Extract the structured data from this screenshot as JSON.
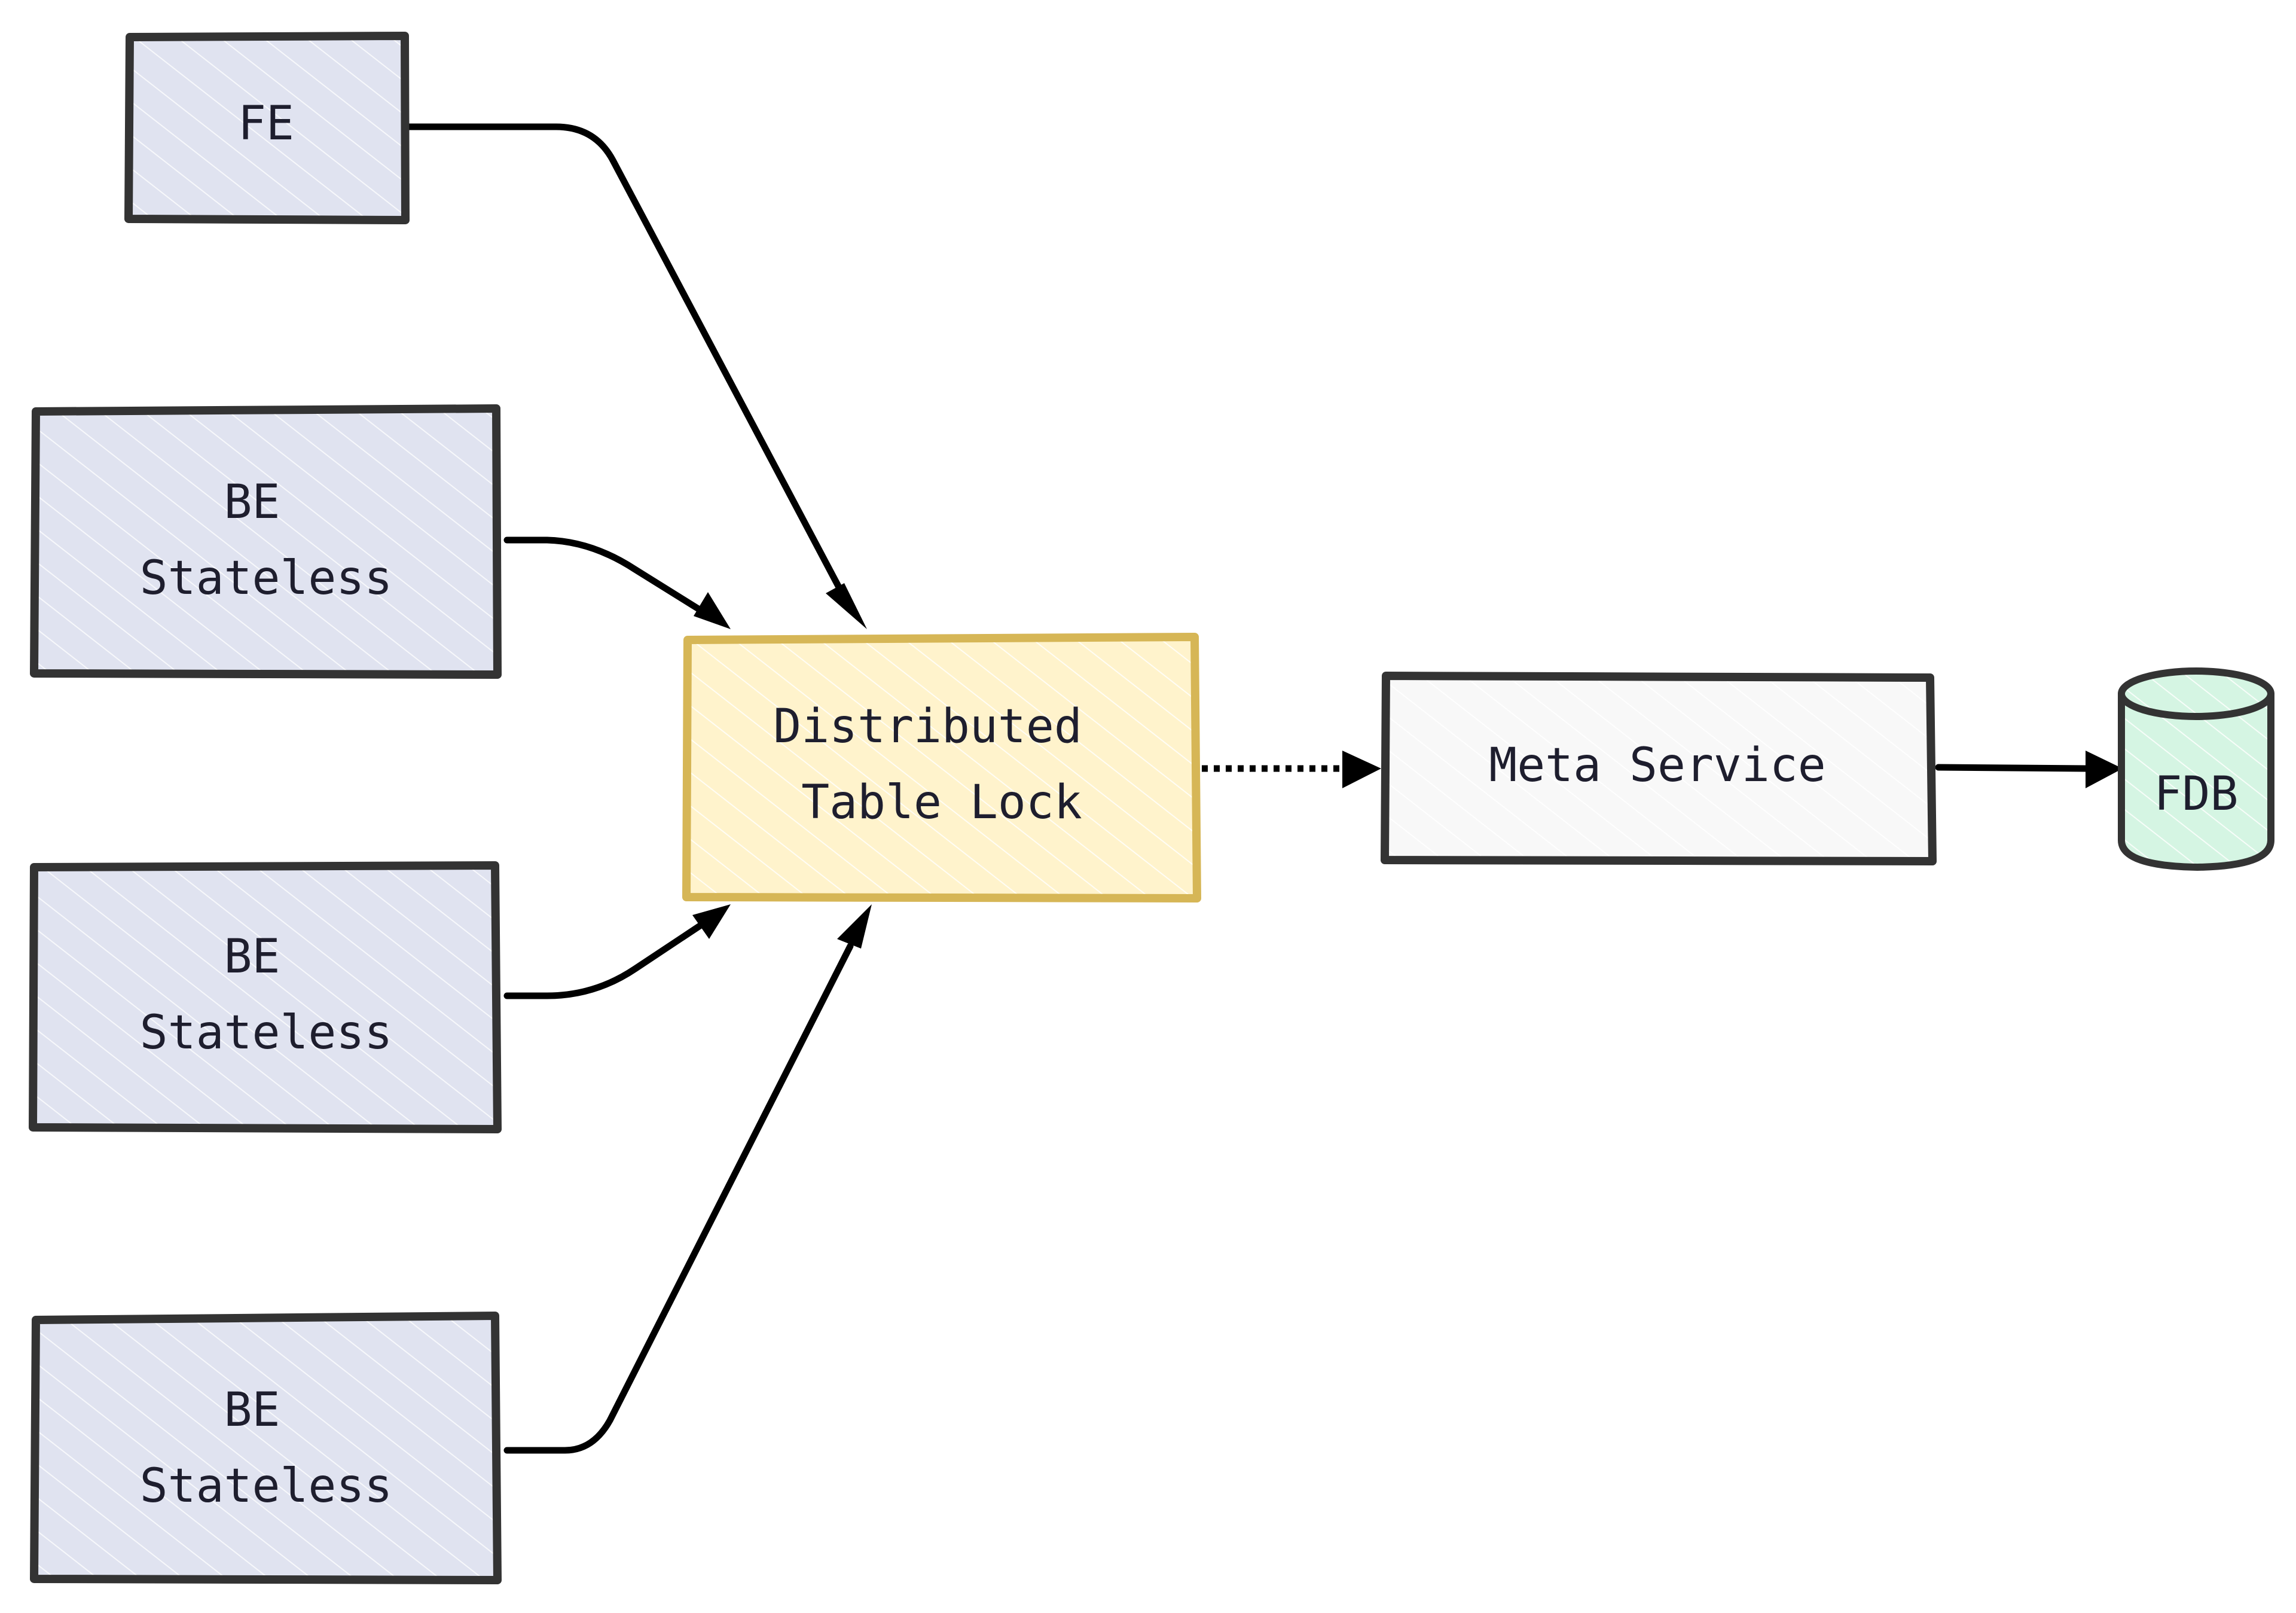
{
  "nodes": {
    "fe": {
      "label_lines": [
        "FE"
      ]
    },
    "be_1": {
      "label_lines": [
        "BE",
        "Stateless"
      ]
    },
    "be_2": {
      "label_lines": [
        "BE",
        "Stateless"
      ]
    },
    "be_3": {
      "label_lines": [
        "BE",
        "Stateless"
      ]
    },
    "lock": {
      "label_lines": [
        "Distributed",
        "Table Lock"
      ]
    },
    "meta": {
      "label_lines": [
        "Meta Service"
      ]
    },
    "fdb": {
      "label_lines": [
        "FDB"
      ]
    }
  },
  "colors": {
    "client_fill": "#e0e3f0",
    "lock_fill": "#fff3cc",
    "lock_stroke": "#d6b656",
    "meta_fill": "#f8f8f8",
    "fdb_fill": "#d5f5e3",
    "stroke": "#333333",
    "text": "#1e1e2e"
  }
}
